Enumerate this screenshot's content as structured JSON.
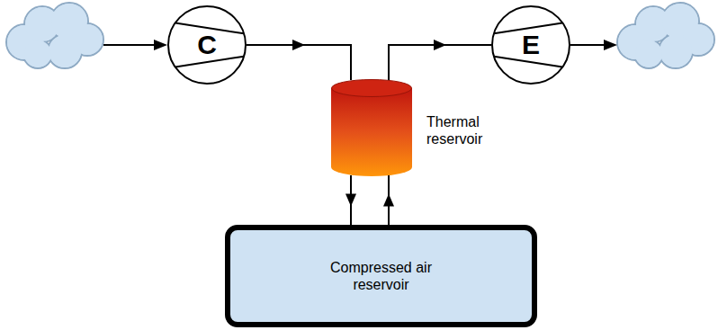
{
  "diagram": {
    "nodes": [
      {
        "text": [
          "C"
        ]
      },
      {
        "text": [
          "E"
        ]
      },
      {
        "text": [
          "Thermal reservoir"
        ]
      },
      {
        "text": [
          "Compressed air reservoir"
        ]
      }
    ],
    "edges": [
      {
        "from": 0,
        "to": 2,
        "arrow": "to"
      },
      {
        "from": 2,
        "to": 1,
        "arrow": "to"
      },
      {
        "from": 2,
        "to": 3,
        "arrow": "to"
      },
      {
        "from": 3,
        "to": 2,
        "arrow": "to"
      }
    ]
  }
}
